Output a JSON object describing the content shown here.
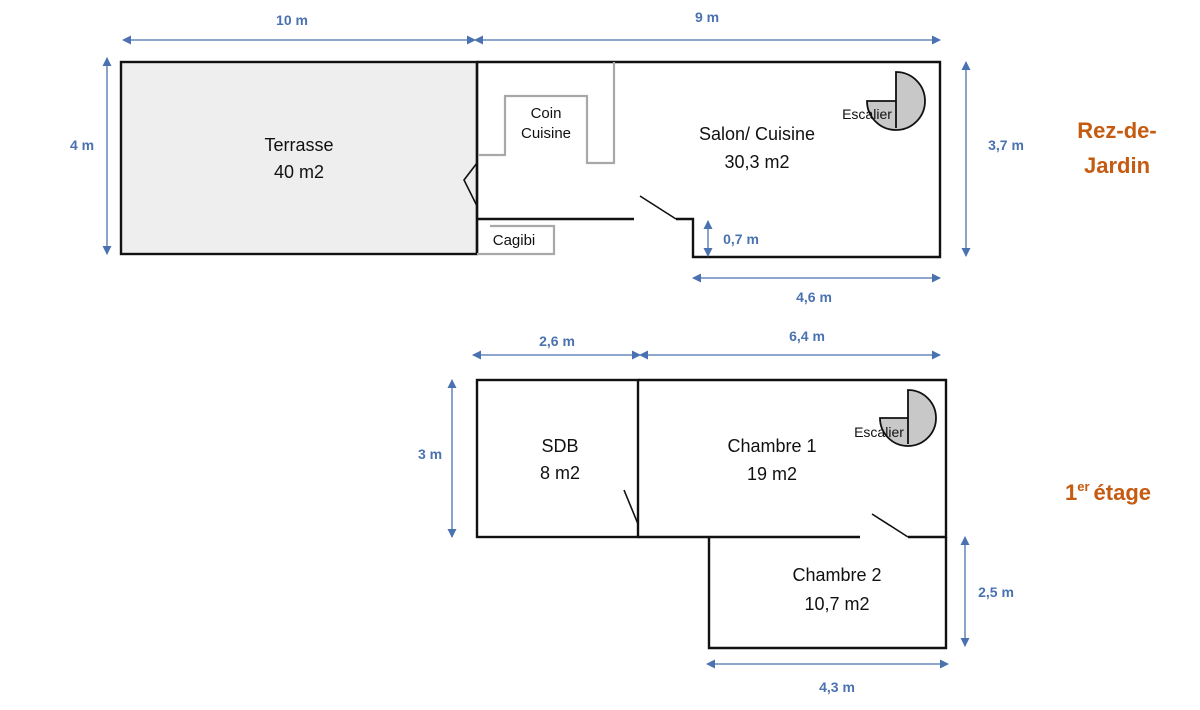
{
  "rez_de_jardin": {
    "floor_label_line1": "Rez-de-",
    "floor_label_line2": "Jardin",
    "dimensions": {
      "terrasse_width": "10 m",
      "salon_width": "9 m",
      "terrasse_height": "4 m",
      "salon_height": "3,7 m",
      "step_height": "0,7 m",
      "bottom_width": "4,6 m"
    },
    "rooms": {
      "terrasse_name": "Terrasse",
      "terrasse_area": "40 m2",
      "coin_line1": "Coin",
      "coin_line2": "Cuisine",
      "cagibi": "Cagibi",
      "salon_name": "Salon/ Cuisine",
      "salon_area": "30,3 m2",
      "escalier": "Escalier"
    }
  },
  "premier_etage": {
    "floor_label_num": "1",
    "floor_label_sup": "er",
    "floor_label_word": "étage",
    "dimensions": {
      "sdb_width": "2,6 m",
      "chambre1_width": "6,4 m",
      "height": "3 m",
      "chambre2_height": "2,5 m",
      "chambre2_width": "4,3 m"
    },
    "rooms": {
      "sdb_name": "SDB",
      "sdb_area": "8 m2",
      "chambre1_name": "Chambre 1",
      "chambre1_area": "19 m2",
      "chambre2_name": "Chambre 2",
      "chambre2_area": "10,7 m2",
      "escalier": "Escalier"
    }
  },
  "colors": {
    "dimension": "#4a72b0",
    "floor_label": "#c55a11",
    "terrasse_fill": "#eeeeee",
    "stair_fill": "#c8c8c8",
    "partition_grey": "#a8a8a8"
  }
}
